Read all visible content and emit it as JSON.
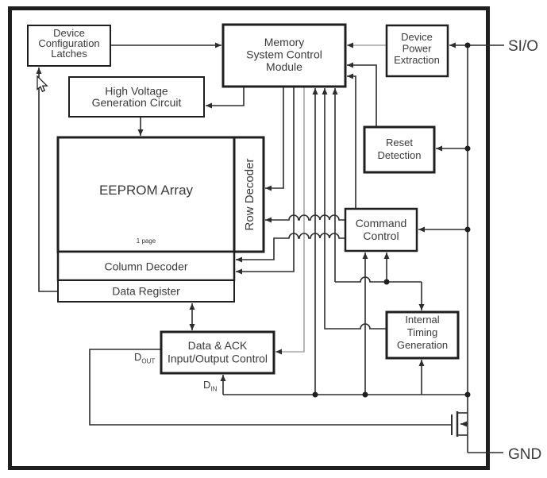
{
  "diagram": {
    "blocks": {
      "dcl": {
        "lines": [
          "Device",
          "Configuration",
          "Latches"
        ]
      },
      "mscm": {
        "lines": [
          "Memory",
          "System Control",
          "Module"
        ]
      },
      "dpe": {
        "lines": [
          "Device",
          "Power",
          "Extraction"
        ]
      },
      "hvgc": {
        "lines": [
          "High Voltage",
          "Generation Circuit"
        ]
      },
      "eeprom": {
        "label": "EEPROM Array"
      },
      "rowdec": {
        "label": "Row Decoder"
      },
      "coldec": {
        "label": "Column Decoder"
      },
      "datareg": {
        "label": "Data Register"
      },
      "reset": {
        "lines": [
          "Reset",
          "Detection"
        ]
      },
      "cc": {
        "lines": [
          "Command",
          "Control"
        ]
      },
      "itg": {
        "lines": [
          "Internal",
          "Timing",
          "Generation"
        ]
      },
      "dack": {
        "lines": [
          "Data & ACK",
          "Input/Output Control"
        ]
      }
    },
    "labels": {
      "sio": "SI/O",
      "gnd": "GND",
      "page_width": "1 page",
      "dout_base": "D",
      "dout_sub": "OUT",
      "din_base": "D",
      "din_sub": "IN"
    },
    "colors": {
      "background": "#ffffff",
      "line": "#2d2d2d",
      "power_rail_gray": "#a6a6a6",
      "text": "#3a3a3a",
      "border": "#1f1f1f"
    }
  }
}
